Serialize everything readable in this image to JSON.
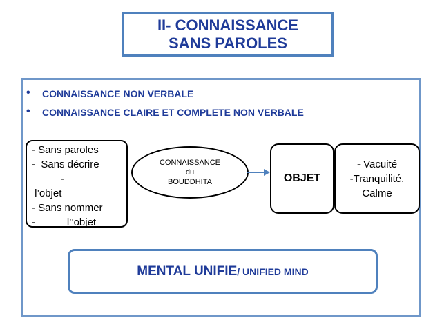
{
  "title": {
    "line1": "II- CONNAISSANCE",
    "line2": "SANS PAROLES"
  },
  "bullets": [
    "CONNAISSANCE NON VERBALE",
    "CONNAISSANCE CLAIRE ET COMPLETE NON VERBALE"
  ],
  "left_box": {
    "lines": [
      "- Sans paroles",
      "-  Sans décrire",
      "          -",
      " l’objet",
      "- Sans nommer",
      "-           l’’objet"
    ]
  },
  "ellipse": {
    "line1": "CONNAISSANCE",
    "line2": "du",
    "line3": "BOUDDHITA"
  },
  "objet_label": "OBJET",
  "right_box": {
    "line1": "- Vacuité",
    "line2": "-Tranquilité,",
    "line3": "Calme"
  },
  "mental": {
    "main": "MENTAL UNIFIE",
    "sub": "/ UNIFIED MIND"
  },
  "colors": {
    "heading_text": "#1f3b99",
    "frame_border": "#4f81bd",
    "arrow": "#4f81bd"
  }
}
